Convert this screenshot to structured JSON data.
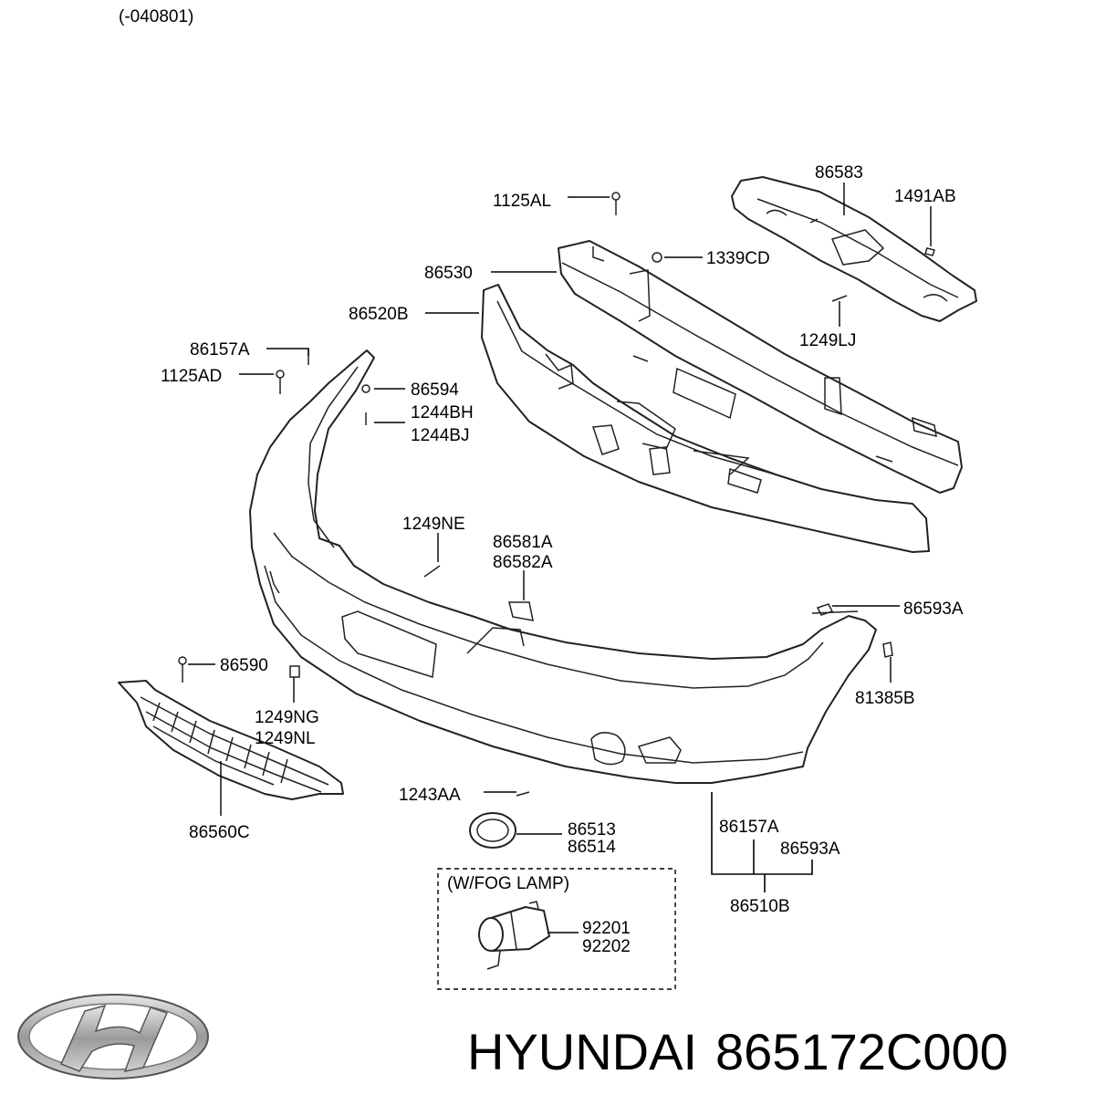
{
  "header": {
    "date_code": "(-040801)"
  },
  "colors": {
    "line": "#222222",
    "logo_silver": "#9a9a9a"
  },
  "labels": {
    "l_1125AL": "1125AL",
    "l_86583": "86583",
    "l_1491AB": "1491AB",
    "l_1339CD": "1339CD",
    "l_86530": "86530",
    "l_86520B": "86520B",
    "l_1249LJ": "1249LJ",
    "l_86157A_top": "86157A",
    "l_1125AD": "1125AD",
    "l_86594": "86594",
    "l_1244BH": "1244BH",
    "l_1244BJ": "1244BJ",
    "l_1249NE": "1249NE",
    "l_86581A": "86581A",
    "l_86582A": "86582A",
    "l_86593A_top": "86593A",
    "l_86590": "86590",
    "l_81385B": "81385B",
    "l_1249NG": "1249NG",
    "l_1249NL": "1249NL",
    "l_1243AA": "1243AA",
    "l_86560C": "86560C",
    "l_86513": "86513",
    "l_86514": "86514",
    "l_86157A_bottom": "86157A",
    "l_86593A_bottom": "86593A",
    "l_86510B": "86510B",
    "l_92201": "92201",
    "l_92202": "92202"
  },
  "fog_lamp_box": {
    "title": "(W/FOG LAMP)"
  },
  "footer": {
    "brand": "HYUNDAI",
    "part_number": "865172C000"
  },
  "icons": {
    "logo": "hyundai-logo-icon"
  }
}
